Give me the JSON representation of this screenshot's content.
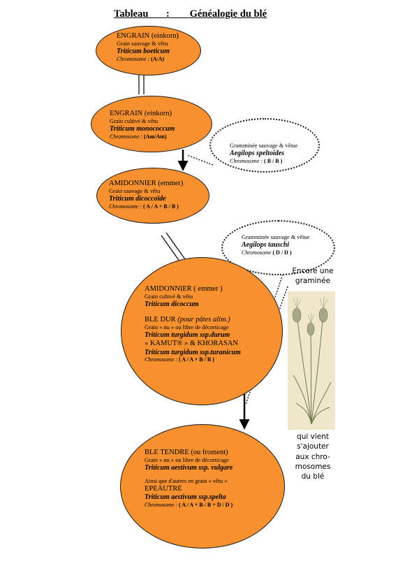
{
  "title": {
    "left": "Tableau",
    "colon": ":",
    "right": "Généalogie du blé"
  },
  "nodes": {
    "engrain_sauvage": {
      "name": "ENGRAIN (einkorn)",
      "desc": "Grain sauvage & vêtu",
      "species": "Triticum boeticum",
      "chromosome_label": "Chromosome :",
      "chromosome_value": "(A/A)"
    },
    "engrain_cultive": {
      "name": "ENGRAIN (einkorn)",
      "desc": "Grain cultivé & vêtu",
      "species": "Triticum monococcum",
      "chromosome_label": "Chromosome :",
      "chromosome_value": "(Am/Am)"
    },
    "aegilops_speltoides": {
      "desc": "Gramminée sauvage & vêtue",
      "species": "Aegilops speltoides",
      "chromosome_label": "Chromosome :",
      "chromosome_value": "( B / B )"
    },
    "amidonnier_sauvage": {
      "name": "AMIDONNIER (emmer)",
      "desc": "Grain sauvage & vêtu",
      "species": "Triticum dicoccoïde",
      "chromosome_label": "Chromosome :",
      "chromosome_value": "( A / A + B / B )"
    },
    "aegilops_tauschi": {
      "desc": "Gramminée sauvage & vêtue",
      "species": "Aegilops tauschi",
      "chromosome_label": "Chromosome",
      "chromosome_value": "( D / D )"
    },
    "amidonnier_ble_dur": {
      "name": "AMIDONNIER ( emmer )",
      "desc": "Grain cultivé & vêtu",
      "species": "Triticum dicoccum",
      "name2": "BLE DUR",
      "name2_note": "(pour pâtes alim.)",
      "desc2": "Grain « nu » ou libre de décorticage",
      "species2": "Triticum turgidum ssp.durum",
      "name3": "« KAMUT® » & KHORASAN",
      "species3": "Triticum turgidum ssp.turanicum",
      "chromosome_label": "Chromosome :",
      "chromosome_value": "( A / A + B / B )"
    },
    "ble_tendre": {
      "name": "BLE TENDRE (ou froment)",
      "desc": "Grain « nu » ou libre de décorticage",
      "species": "Triticum aestivum ssp. vulgare",
      "note": "Ainsi que d'autres en grain « vêtu »",
      "name2": "EPEAUTRE",
      "species2": "Triticum aestivum ssp.spelta",
      "chromosome_label": "Chromosome :",
      "chromosome_value": "( A / A + B / B + D / D )"
    }
  },
  "side_note": {
    "top": [
      "Encore une",
      "graminée"
    ],
    "bottom": [
      "qui vient",
      "s'ajouter",
      "aux chro-",
      "mosomes",
      "du blé"
    ]
  },
  "colors": {
    "node_fill": "#f7902e",
    "outline": "#1a1a1a",
    "plant_bg": "#efe6cc"
  }
}
